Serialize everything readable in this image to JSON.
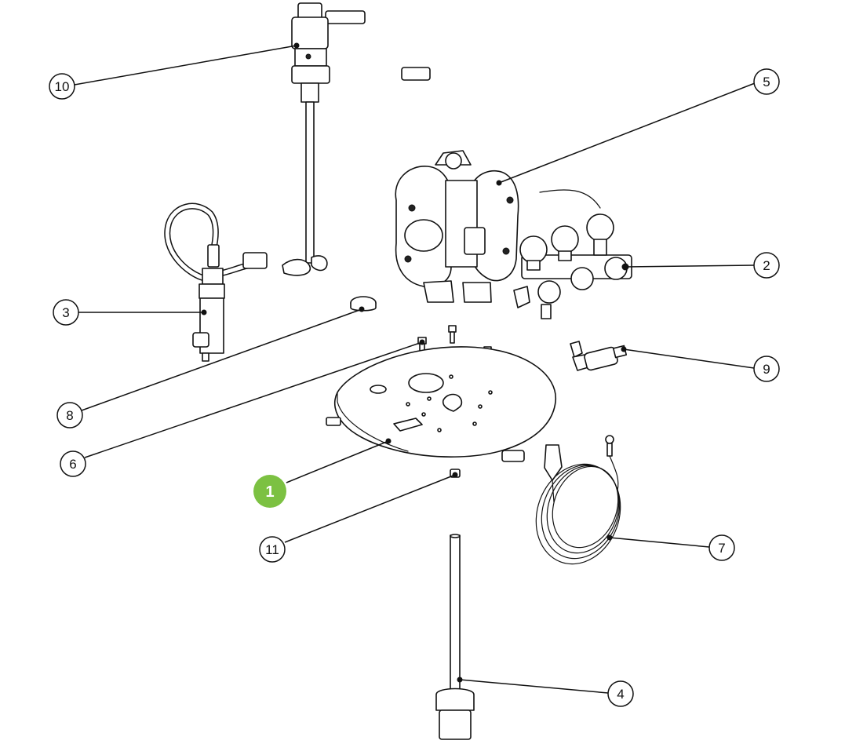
{
  "colors": {
    "highlight": "#7cc142",
    "line": "#111111",
    "background": "#ffffff"
  },
  "callouts": [
    {
      "id": "10",
      "label": "10",
      "active": false
    },
    {
      "id": "5",
      "label": "5",
      "active": false
    },
    {
      "id": "2",
      "label": "2",
      "active": false
    },
    {
      "id": "3",
      "label": "3",
      "active": false
    },
    {
      "id": "9",
      "label": "9",
      "active": false
    },
    {
      "id": "8",
      "label": "8",
      "active": false
    },
    {
      "id": "6",
      "label": "6",
      "active": false
    },
    {
      "id": "1",
      "label": "1",
      "active": true
    },
    {
      "id": "11",
      "label": "11",
      "active": false
    },
    {
      "id": "7",
      "label": "7",
      "active": false
    },
    {
      "id": "4",
      "label": "4",
      "active": false
    }
  ],
  "parts": [
    {
      "id": "10",
      "icon": "mixer-icon"
    },
    {
      "id": "5",
      "icon": "diaphragm-pump-icon"
    },
    {
      "id": "2",
      "icon": "gauge-manifold-icon"
    },
    {
      "id": "3",
      "icon": "valve-hose-icon"
    },
    {
      "id": "9",
      "icon": "quick-coupler-icon"
    },
    {
      "id": "8",
      "icon": "cap-icon"
    },
    {
      "id": "6",
      "icon": "bolt-icon"
    },
    {
      "id": "1",
      "icon": "mounting-plate-icon"
    },
    {
      "id": "11",
      "icon": "nut-icon"
    },
    {
      "id": "7",
      "icon": "ground-wire-icon"
    },
    {
      "id": "4",
      "icon": "suction-tube-icon"
    }
  ]
}
